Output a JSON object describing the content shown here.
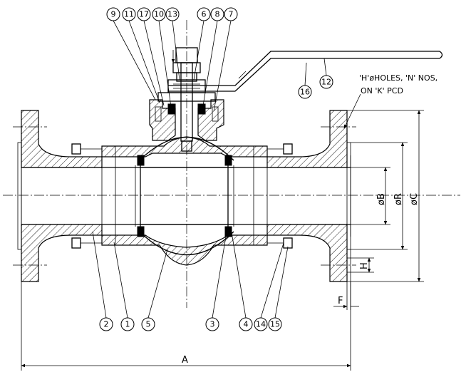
{
  "balloons_top": [
    "9",
    "11",
    "17",
    "10",
    "13",
    "6",
    "8",
    "7"
  ],
  "balloons_handle": [
    "16",
    "12"
  ],
  "balloons_bottom": [
    "2",
    "1",
    "5",
    "3",
    "4",
    "14",
    "15"
  ],
  "note": {
    "line1": "'H'øHOLES, 'N' NOS,",
    "line2": "ON 'K' PCD"
  },
  "dimensions": {
    "overall_length": "A",
    "bore": "øB",
    "raised_face": "øR",
    "flange_od": "øC",
    "hole": "H",
    "face": "F"
  }
}
